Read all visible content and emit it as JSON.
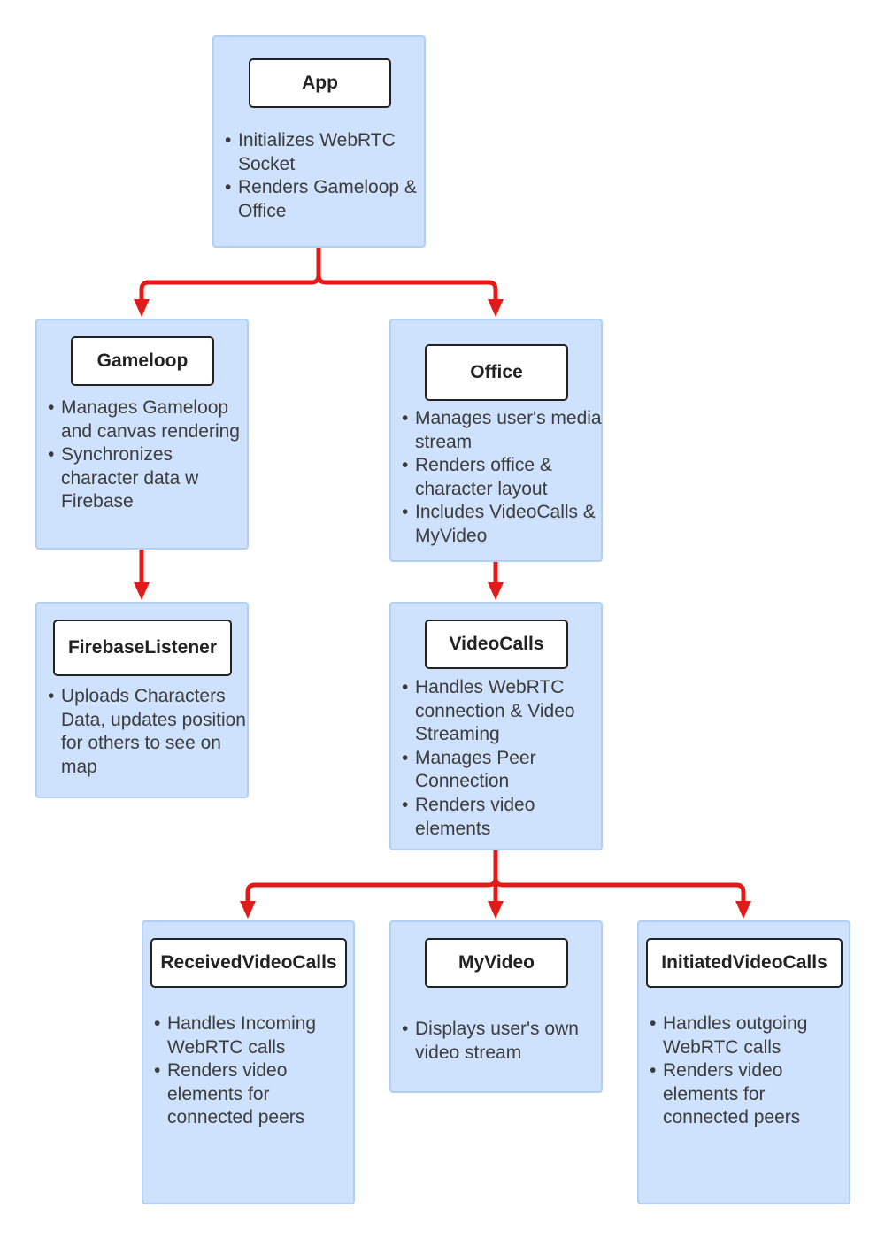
{
  "colors": {
    "node_fill": "#cfe2fd",
    "node_border": "#b3cff4",
    "title_fill": "#ffffff",
    "title_border": "#222222",
    "connector": "#e31a1a",
    "text": "#3b3b3b"
  },
  "nodes": {
    "app": {
      "title": "App",
      "bullets": [
        "Initializes WebRTC Socket",
        "Renders Gameloop & Office"
      ]
    },
    "gameloop": {
      "title": "Gameloop",
      "bullets": [
        "Manages Gameloop and canvas rendering",
        "Synchronizes character data w Firebase"
      ]
    },
    "office": {
      "title": "Office",
      "bullets": [
        "Manages user's media stream",
        "Renders office & character layout",
        "Includes VideoCalls & MyVideo"
      ]
    },
    "firebase_listener": {
      "title": "FirebaseListener",
      "bullets": [
        "Uploads Characters Data, updates position for others to see on map"
      ]
    },
    "video_calls": {
      "title": "VideoCalls",
      "bullets": [
        "Handles WebRTC connection & Video Streaming",
        "Manages Peer Connection",
        "Renders video elements"
      ]
    },
    "received_video_calls": {
      "title": "ReceivedVideoCalls",
      "bullets": [
        "Handles Incoming WebRTC calls",
        "Renders video elements for connected peers"
      ]
    },
    "my_video": {
      "title": "MyVideo",
      "bullets": [
        "Displays user's own video stream"
      ]
    },
    "initiated_video_calls": {
      "title": "InitiatedVideoCalls",
      "bullets": [
        "Handles  outgoing WebRTC calls",
        "Renders video elements for connected peers"
      ]
    }
  },
  "edges": [
    {
      "from": "App",
      "to": "Gameloop"
    },
    {
      "from": "App",
      "to": "Office"
    },
    {
      "from": "Gameloop",
      "to": "FirebaseListener"
    },
    {
      "from": "Office",
      "to": "VideoCalls"
    },
    {
      "from": "VideoCalls",
      "to": "ReceivedVideoCalls"
    },
    {
      "from": "VideoCalls",
      "to": "MyVideo"
    },
    {
      "from": "VideoCalls",
      "to": "InitiatedVideoCalls"
    }
  ]
}
